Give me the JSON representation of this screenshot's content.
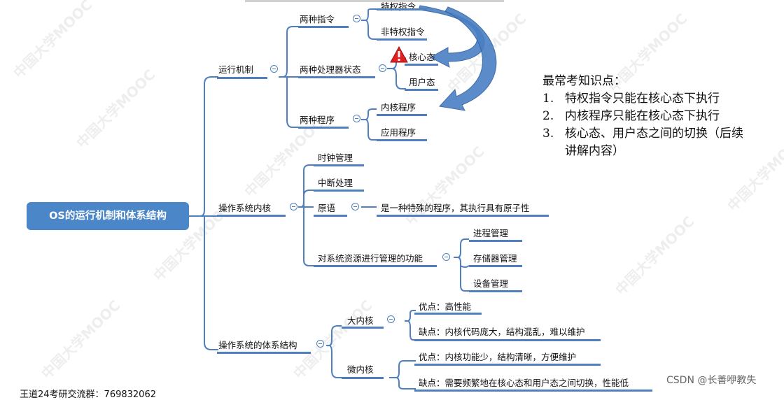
{
  "mindmap": {
    "root": "OS的运行机制和体系结构",
    "branches": {
      "run_mechanism": "运行机制",
      "two_instructions": "两种指令",
      "privileged": "特权指令",
      "non_privileged": "非特权指令",
      "two_states": "两种处理器状态",
      "kernel_state": "核心态",
      "user_state": "用户态",
      "two_programs": "两种程序",
      "kernel_program": "内核程序",
      "app_program": "应用程序",
      "os_kernel": "操作系统内核",
      "clock": "时钟管理",
      "interrupt": "中断处理",
      "primitive": "原语",
      "primitive_desc": "是一种特殊的程序，其执行具有原子性",
      "resource_mgmt": "对系统资源进行管理的功能",
      "process_mgmt": "进程管理",
      "memory_mgmt": "存储器管理",
      "device_mgmt": "设备管理",
      "os_arch": "操作系统的体系结构",
      "monolithic": "大内核",
      "mono_pro": "优点：高性能",
      "mono_con": "缺点：内核代码庞大，结构混乱，难以维护",
      "micro": "微内核",
      "micro_pro": "优点：内核功能少，结构清晰，方便维护",
      "micro_con": "缺点：需要频繁地在核心态和用户态之间切换，性能低"
    }
  },
  "notes": {
    "title": "最常考知识点：",
    "items": [
      {
        "num": "1.",
        "text": "特权指令只能在核心态下执行"
      },
      {
        "num": "2.",
        "text": "内核程序只能在核心态下执行"
      },
      {
        "num": "3.",
        "text": "核心态、用户态之间的切换（后续"
      },
      {
        "num": "",
        "text": "讲解内容）"
      }
    ]
  },
  "watermark": {
    "text": "CSDN @长善咿教失"
  },
  "bottom_text": "王道24考研交流群：769832062",
  "colors": {
    "line": "#4f7fbf",
    "root_bg": "#4a86c8",
    "arrow": "#4a7fc4",
    "warn": "#e02020"
  }
}
